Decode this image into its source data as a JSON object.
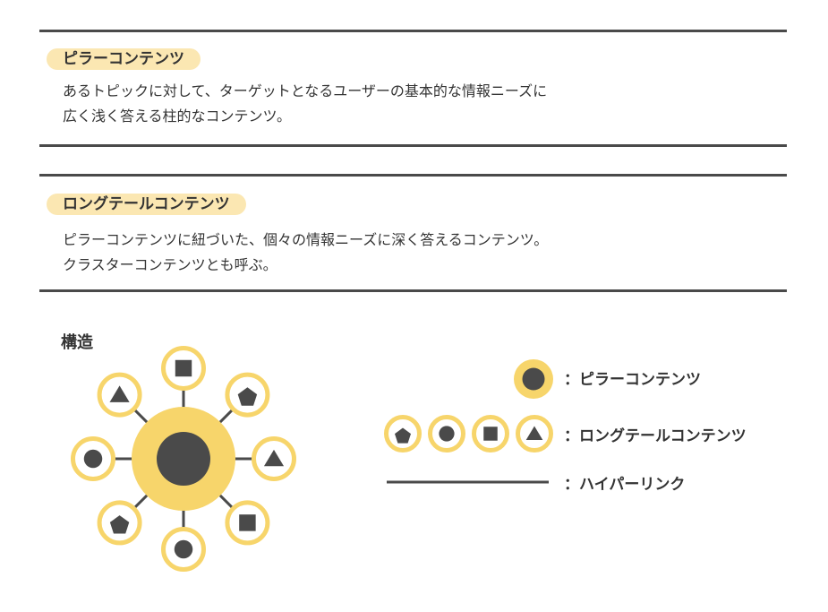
{
  "pillar": {
    "label": "ピラーコンテンツ",
    "lines": [
      "あるトピックに対して、ターゲットとなるユーザーの基本的な情報ニーズに",
      "広く浅く答える柱的なコンテンツ。"
    ]
  },
  "longtail": {
    "label": "ロングテールコンテンツ",
    "lines": [
      "ピラーコンテンツに紐づいた、個々の情報ニーズに深く答えるコンテンツ。",
      "クラスターコンテンツとも呼ぶ。"
    ]
  },
  "structure": {
    "title": "構造",
    "satellites": [
      "square",
      "pentagon",
      "triangle",
      "square",
      "circle",
      "pentagon",
      "circle",
      "triangle"
    ]
  },
  "legend": {
    "pillar": "：ピラーコンテンツ",
    "longtail": "：ロングテールコンテンツ",
    "link": "：ハイパーリンク",
    "longtail_shapes": [
      "pentagon",
      "circle",
      "square",
      "triangle"
    ]
  },
  "colors": {
    "accent": "#f7d56b",
    "dark": "#4a4a4a",
    "badge": "#fbe7b2"
  }
}
